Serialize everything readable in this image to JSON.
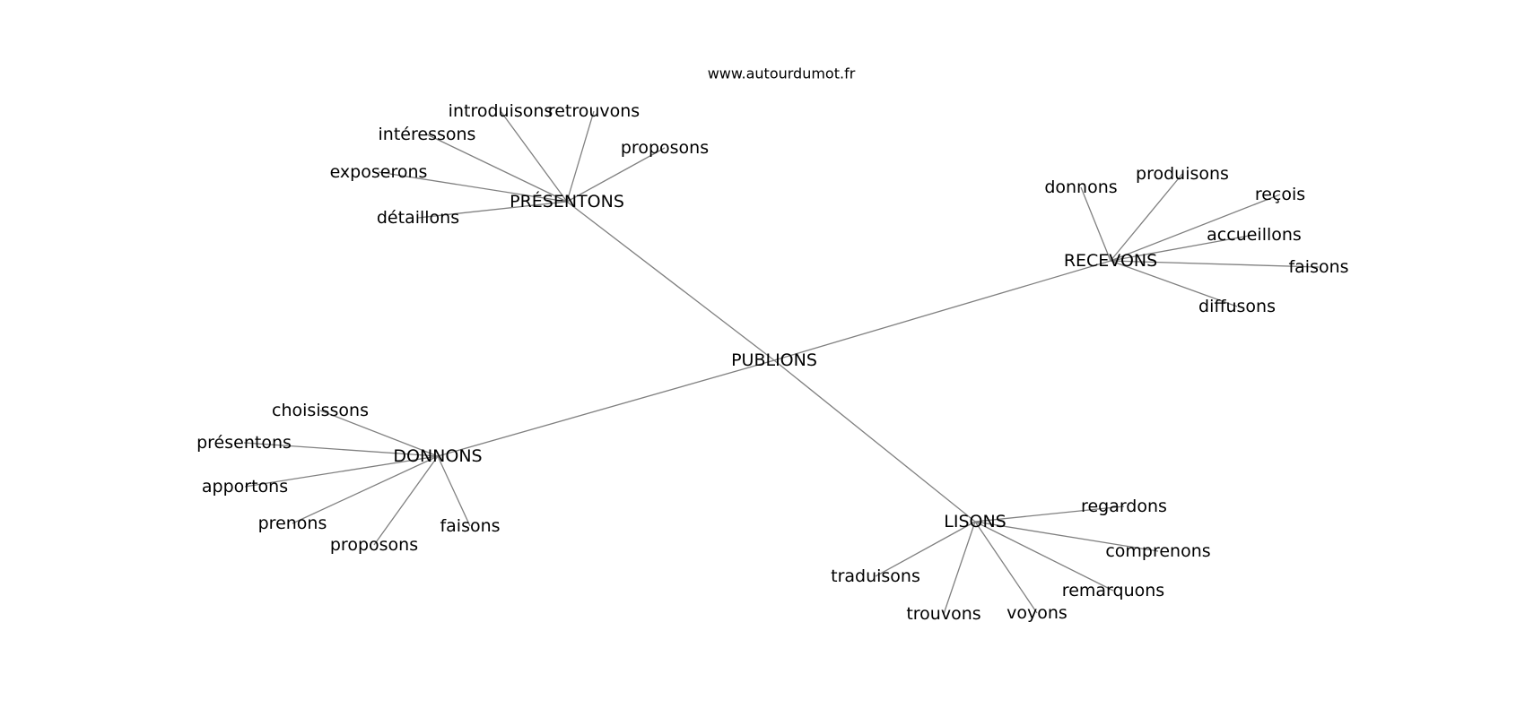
{
  "credit": "www.autourdumot.fr",
  "colors": {
    "edge": "#808080",
    "label": "#000000",
    "background": "#ffffff"
  },
  "root": "PUBLIONS",
  "hubs": [
    {
      "label": "PRÉSENTONS",
      "leaves": [
        "introduisons",
        "retrouvons",
        "intéressons",
        "proposons",
        "exposerons",
        "détaillons"
      ]
    },
    {
      "label": "RECEVONS",
      "leaves": [
        "donnons",
        "produisons",
        "reçois",
        "accueillons",
        "faisons",
        "diffusons"
      ]
    },
    {
      "label": "DONNONS",
      "leaves": [
        "choisissons",
        "présentons",
        "apportons",
        "prenons",
        "proposons",
        "faisons"
      ]
    },
    {
      "label": "LISONS",
      "leaves": [
        "regardons",
        "comprenons",
        "remarquons",
        "traduisons",
        "trouvons",
        "voyons"
      ]
    }
  ]
}
